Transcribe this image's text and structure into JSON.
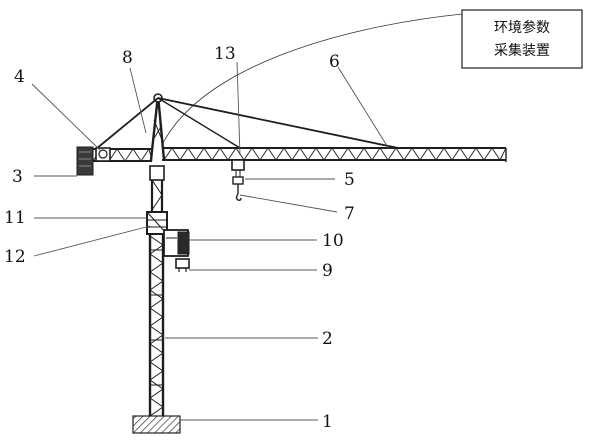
{
  "device_box": {
    "line1": "环境参数",
    "line2": "采集装置"
  },
  "labels": {
    "n1": "1",
    "n2": "2",
    "n3": "3",
    "n4": "4",
    "n5": "5",
    "n6": "6",
    "n7": "7",
    "n8": "8",
    "n9": "9",
    "n10": "10",
    "n11": "11",
    "n12": "12",
    "n13": "13"
  },
  "colors": {
    "line": "#1e1e1e",
    "leader": "#555555",
    "background": "#ffffff"
  }
}
